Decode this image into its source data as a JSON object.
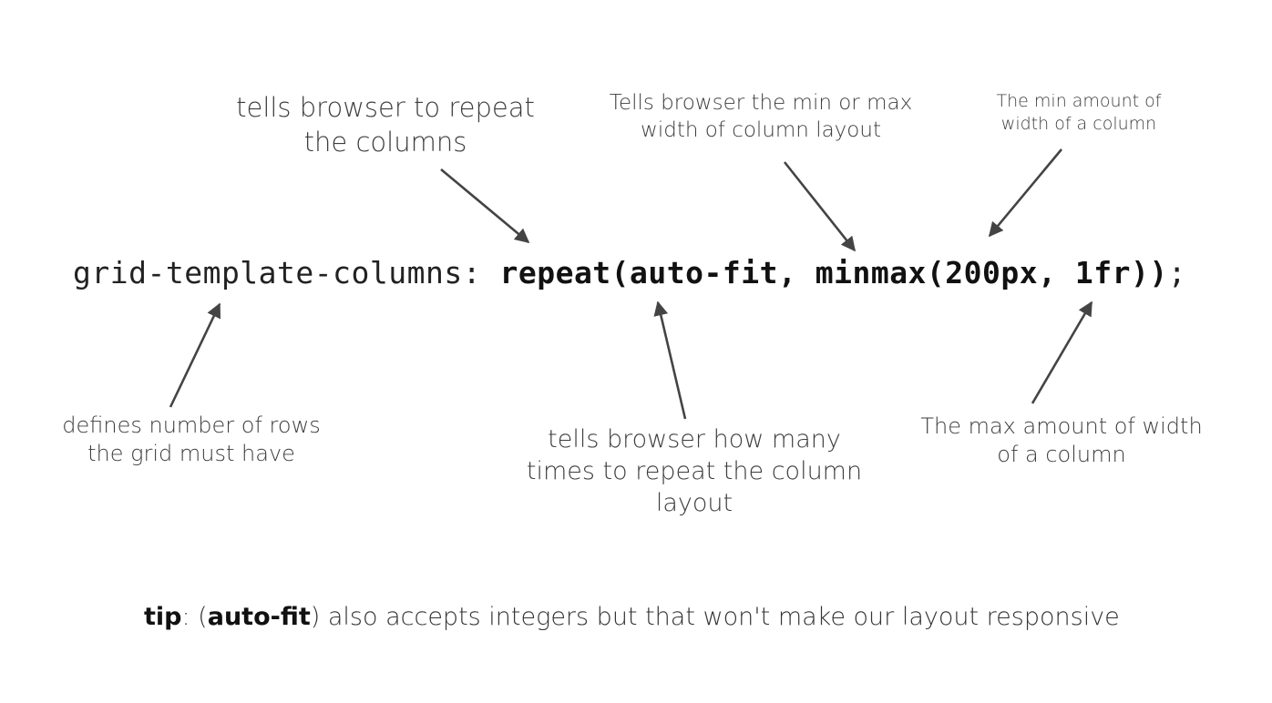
{
  "annotations": {
    "repeat_note": [
      "tells browser to repeat",
      "the columns"
    ],
    "minmax_note": [
      "Tells browser the min or max",
      "width of column layout"
    ],
    "min_note": [
      "The min amount of",
      "width of a column"
    ],
    "rows_note": [
      "defines number of rows",
      "the grid must have"
    ],
    "times_note": [
      "tells browser how many",
      "times to repeat the column",
      "layout"
    ],
    "max_note": [
      "The max amount of width",
      "of a column"
    ]
  },
  "code": {
    "property": "grid-template-columns: ",
    "value": "repeat(auto-fit, minmax(200px, 1fr))",
    "terminator": ";"
  },
  "tip": {
    "label": "tip",
    "sep": ": (",
    "keyword": "auto-fit",
    "text": ") also accepts integers but that won't make our layout responsive"
  },
  "colors": {
    "arrow": "#444444",
    "background": "#ffffff"
  }
}
